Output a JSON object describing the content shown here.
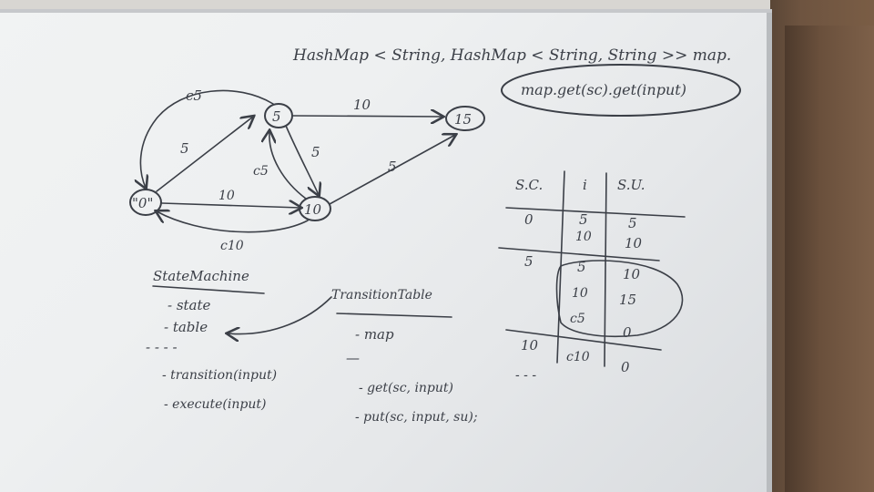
{
  "whiteboard": {
    "declaration": "HashMap < String, HashMap < String, String >> map.",
    "lookup": "map.get(sc).get(input)",
    "graph": {
      "nodes": [
        "\"0\"",
        "5",
        "10",
        "15"
      ],
      "edges": [
        {
          "from": "\"0\"",
          "to": "5",
          "label": "5"
        },
        {
          "from": "5",
          "to": "\"0\"",
          "label": "c5"
        },
        {
          "from": "\"0\"",
          "to": "10",
          "label": "10"
        },
        {
          "from": "10",
          "to": "\"0\"",
          "label": "c10"
        },
        {
          "from": "5",
          "to": "10",
          "label": "5"
        },
        {
          "from": "10",
          "to": "5",
          "label": "c5"
        },
        {
          "from": "5",
          "to": "15",
          "label": "10"
        },
        {
          "from": "10",
          "to": "15",
          "label": "5"
        }
      ]
    },
    "table": {
      "headers": [
        "S.C.",
        "i",
        "S.U."
      ],
      "rows": [
        {
          "sc": "0",
          "i": "5",
          "su": "5"
        },
        {
          "sc": "",
          "i": "10",
          "su": "10"
        },
        {
          "sc": "5",
          "i": "5",
          "su": "10"
        },
        {
          "sc": "",
          "i": "10",
          "su": "15"
        },
        {
          "sc": "",
          "i": "c5",
          "su": "0"
        },
        {
          "sc": "10",
          "i": "c10",
          "su": "0"
        }
      ],
      "ellipsis": "- - -"
    },
    "state_machine": {
      "title": "StateMachine",
      "fields": [
        "- state",
        "- table"
      ],
      "separator": "- - - -",
      "methods": [
        "- transition(input)",
        "- execute(input)"
      ]
    },
    "transition_table": {
      "title": "TransitionTable",
      "fields": [
        "- map"
      ],
      "separator": "—",
      "methods": [
        "- get(sc, input)",
        "- put(sc, input, su);"
      ]
    }
  }
}
